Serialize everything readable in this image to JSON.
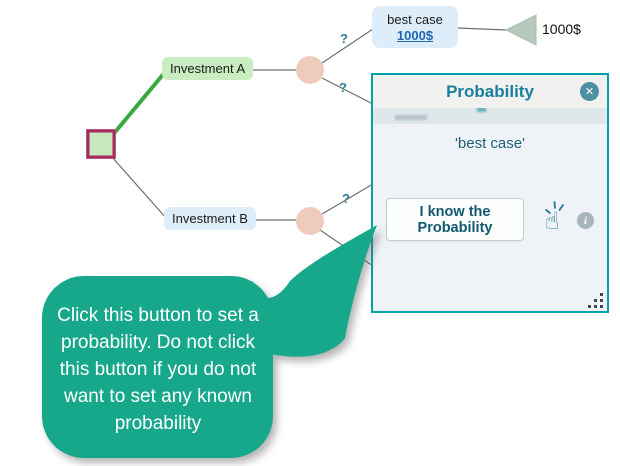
{
  "tree": {
    "branch_a_label": "Investment A",
    "branch_b_label": "Investment B",
    "outcome_label": "best case",
    "outcome_value": "1000$",
    "terminal_value": "1000$",
    "question_mark": "?"
  },
  "dialog": {
    "title": "Probability",
    "close_icon": "✕",
    "node_name": "'best case'",
    "know_button_label": "I know the Probability",
    "hand_icon": "☝",
    "info_icon": "i"
  },
  "tooltip": {
    "message": "Click this button to set a\nprobability. Do not click\nthis button if you do not\nwant to set any known\nprobability"
  },
  "colors": {
    "dialog_border": "#00a3a8",
    "dialog_title": "#1a7f9e",
    "bubble": "#17a78b",
    "selected_edge": "#39a93e",
    "decision_fill": "#c8e9bf",
    "decision_stroke": "#a22c5e",
    "chance_fill": "#efcbbc",
    "terminal_fill": "#b6c9bc",
    "link_blue": "#2068b0",
    "question_mark": "#2d7f9d"
  }
}
